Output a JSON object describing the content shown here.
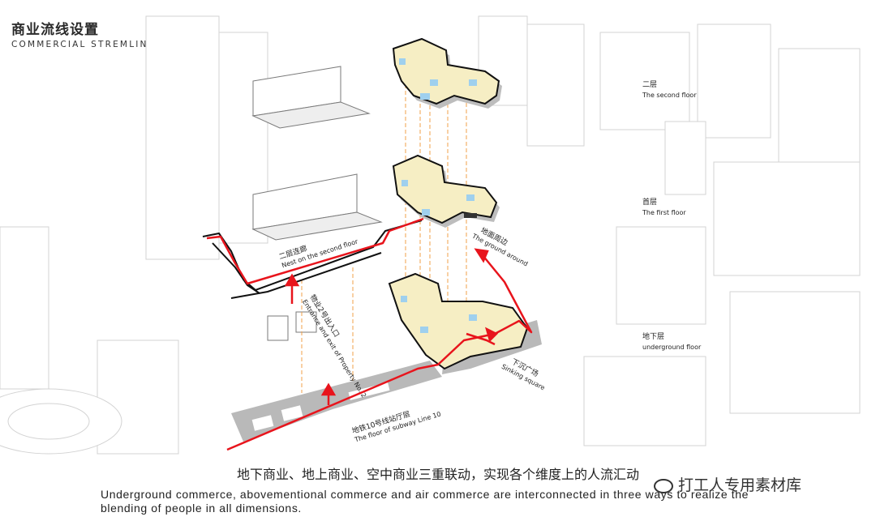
{
  "header": {
    "title_cn": "商业流线设置",
    "title_en": "COMMERCIAL STREMLINE"
  },
  "levels": {
    "second_cn": "二层",
    "second_en": "The second floor",
    "first_cn": "首层",
    "first_en": "The first floor",
    "underground_cn": "地下层",
    "underground_en": "underground floor"
  },
  "labels": {
    "nest_cn": "二层连廊",
    "nest_en": "Nest on the second floor",
    "ground_cn": "地面周边",
    "ground_en": "The ground around",
    "entrance_cn": "物业2号出入口",
    "entrance_en": "Entrance and exit of Property No. 2",
    "sinking_cn": "下沉广场",
    "sinking_en": "Sinking square",
    "subway_cn": "地铁10号线站厅层",
    "subway_en": "The floor of subway Line 10"
  },
  "caption": {
    "cn": "地下商业、地上商业、空中商业三重联动，实现各个维度上的人流汇动",
    "en_line1": "Underground commerce, abovementional commerce and air commerce are interconnected in three ways to realize the",
    "en_line2": "blending of people in all dimensions."
  },
  "watermark": {
    "text": "打工人专用素材库",
    "icon": "wechat-icon"
  },
  "colors": {
    "route": "#e8141c",
    "guide": "#f0a04a",
    "floor_fill": "#f6eec4",
    "glass": "#9fd0ee",
    "shadow": "#b9b9b9"
  }
}
